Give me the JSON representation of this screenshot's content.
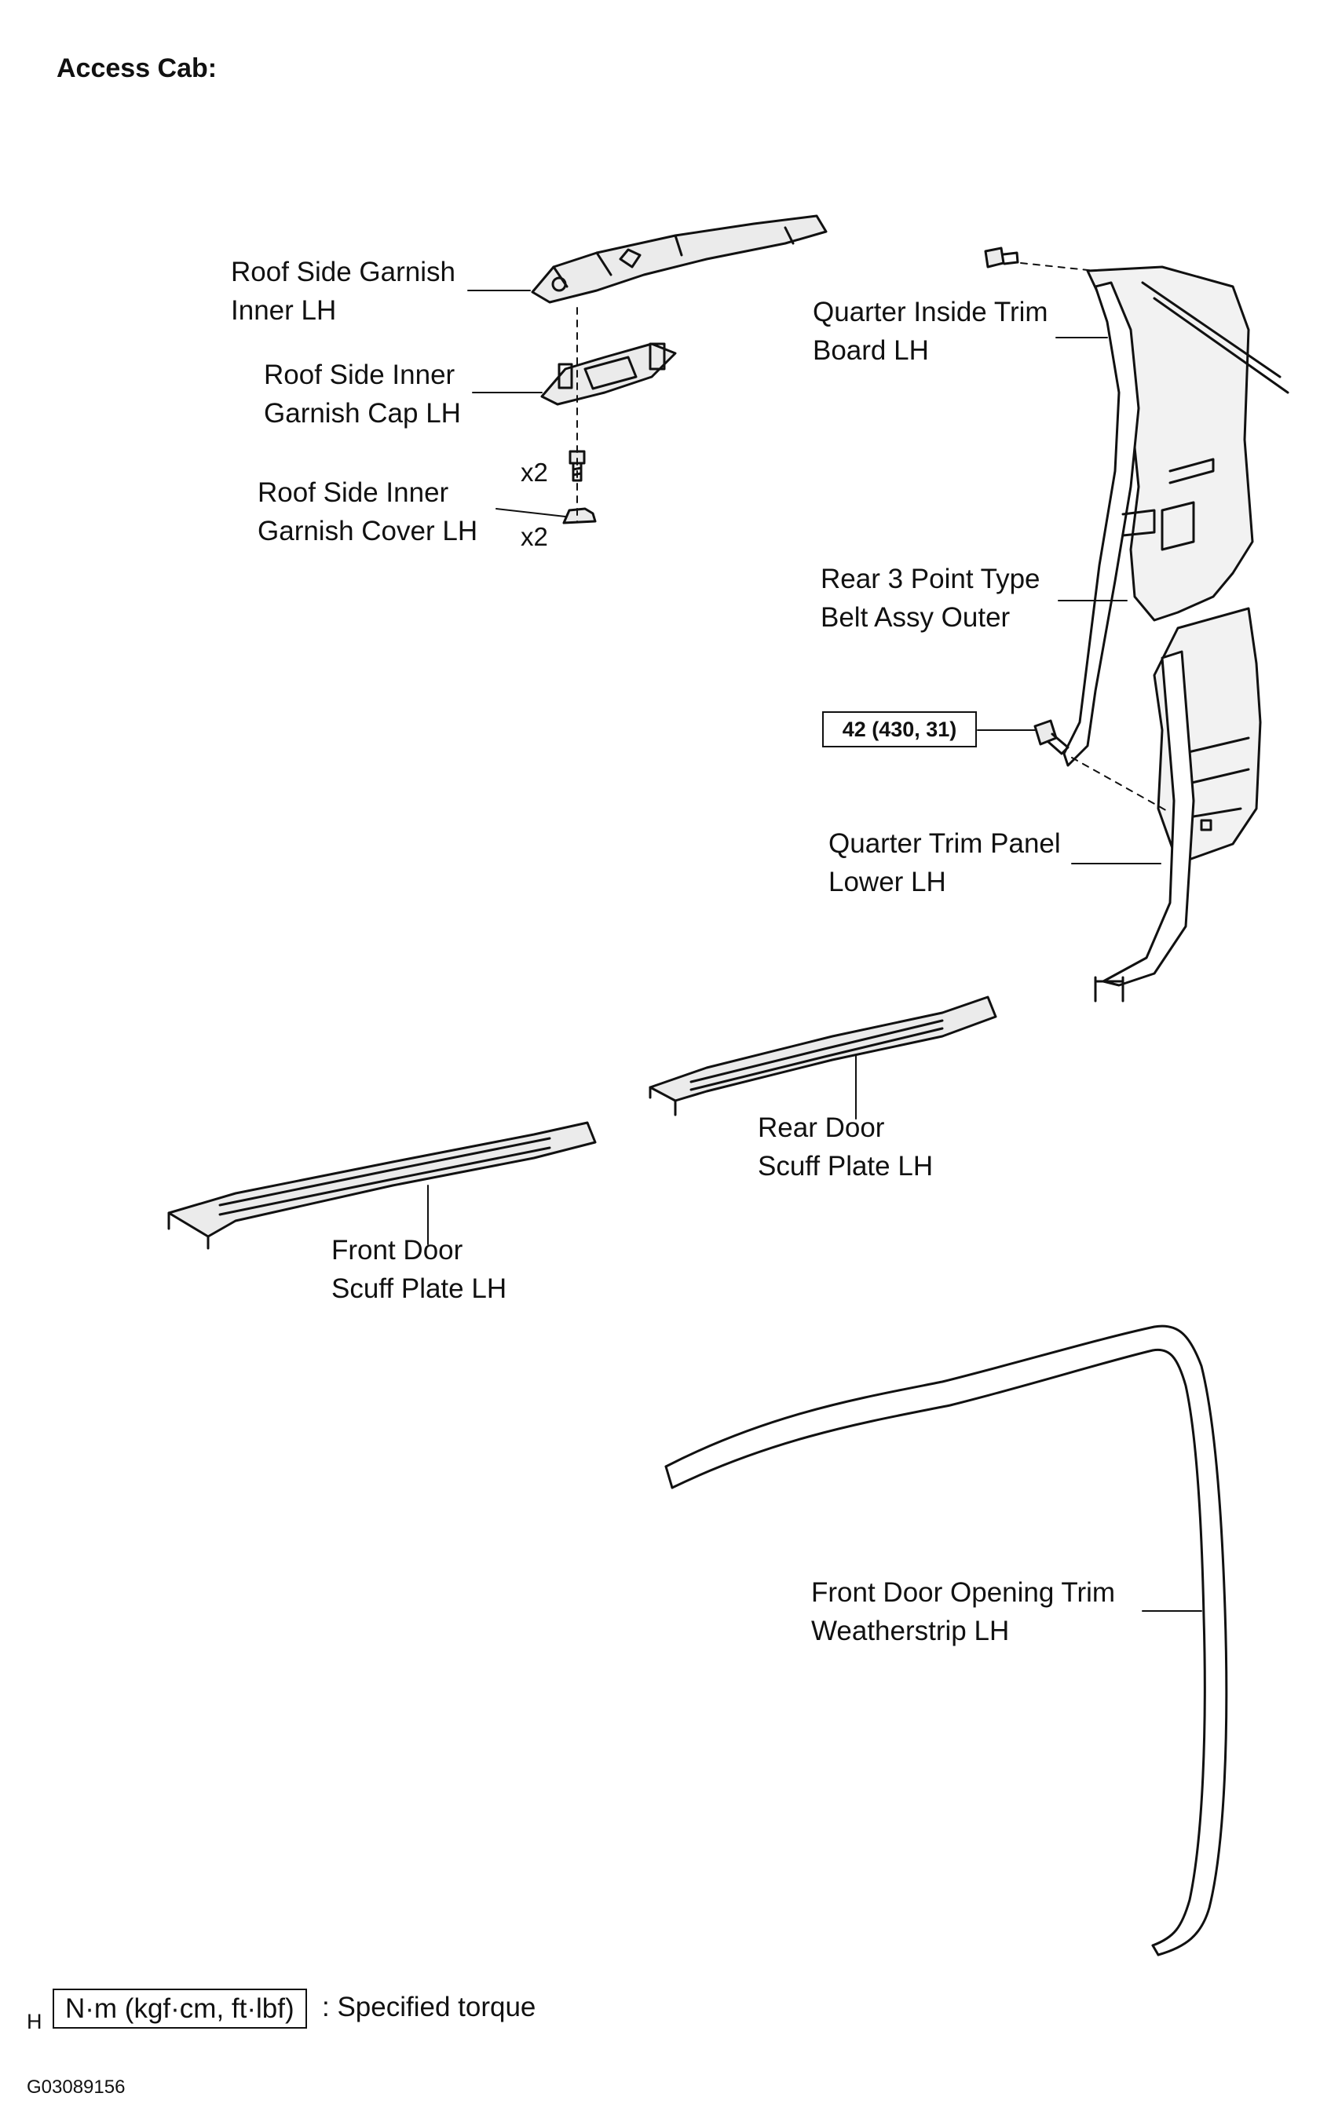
{
  "header": {
    "title": "Access Cab:"
  },
  "labels": {
    "roof_side_garnish": [
      "Roof Side Garnish",
      "Inner LH"
    ],
    "garnish_cap": [
      "Roof Side Inner",
      "Garnish Cap LH"
    ],
    "garnish_cover": [
      "Roof Side Inner",
      "Garnish Cover LH"
    ],
    "quarter_inside_trim": [
      "Quarter Inside Trim",
      "Board LH"
    ],
    "rear_belt": [
      "Rear 3 Point Type",
      "Belt Assy Outer"
    ],
    "quarter_trim_panel": [
      "Quarter Trim Panel",
      "Lower LH"
    ],
    "rear_scuff": [
      "Rear Door",
      "Scuff Plate LH"
    ],
    "front_scuff": [
      "Front Door",
      "Scuff Plate LH"
    ],
    "weatherstrip": [
      "Front Door Opening Trim",
      "Weatherstrip LH"
    ]
  },
  "quantities": {
    "clip": "x2",
    "cover": "x2"
  },
  "torque": {
    "value": "42 (430, 31)"
  },
  "legend": {
    "unit": "N·m (kgf·cm, ft·lbf)",
    "text": ": Specified torque"
  },
  "footer": {
    "letter": "H",
    "code": "G03089156"
  }
}
